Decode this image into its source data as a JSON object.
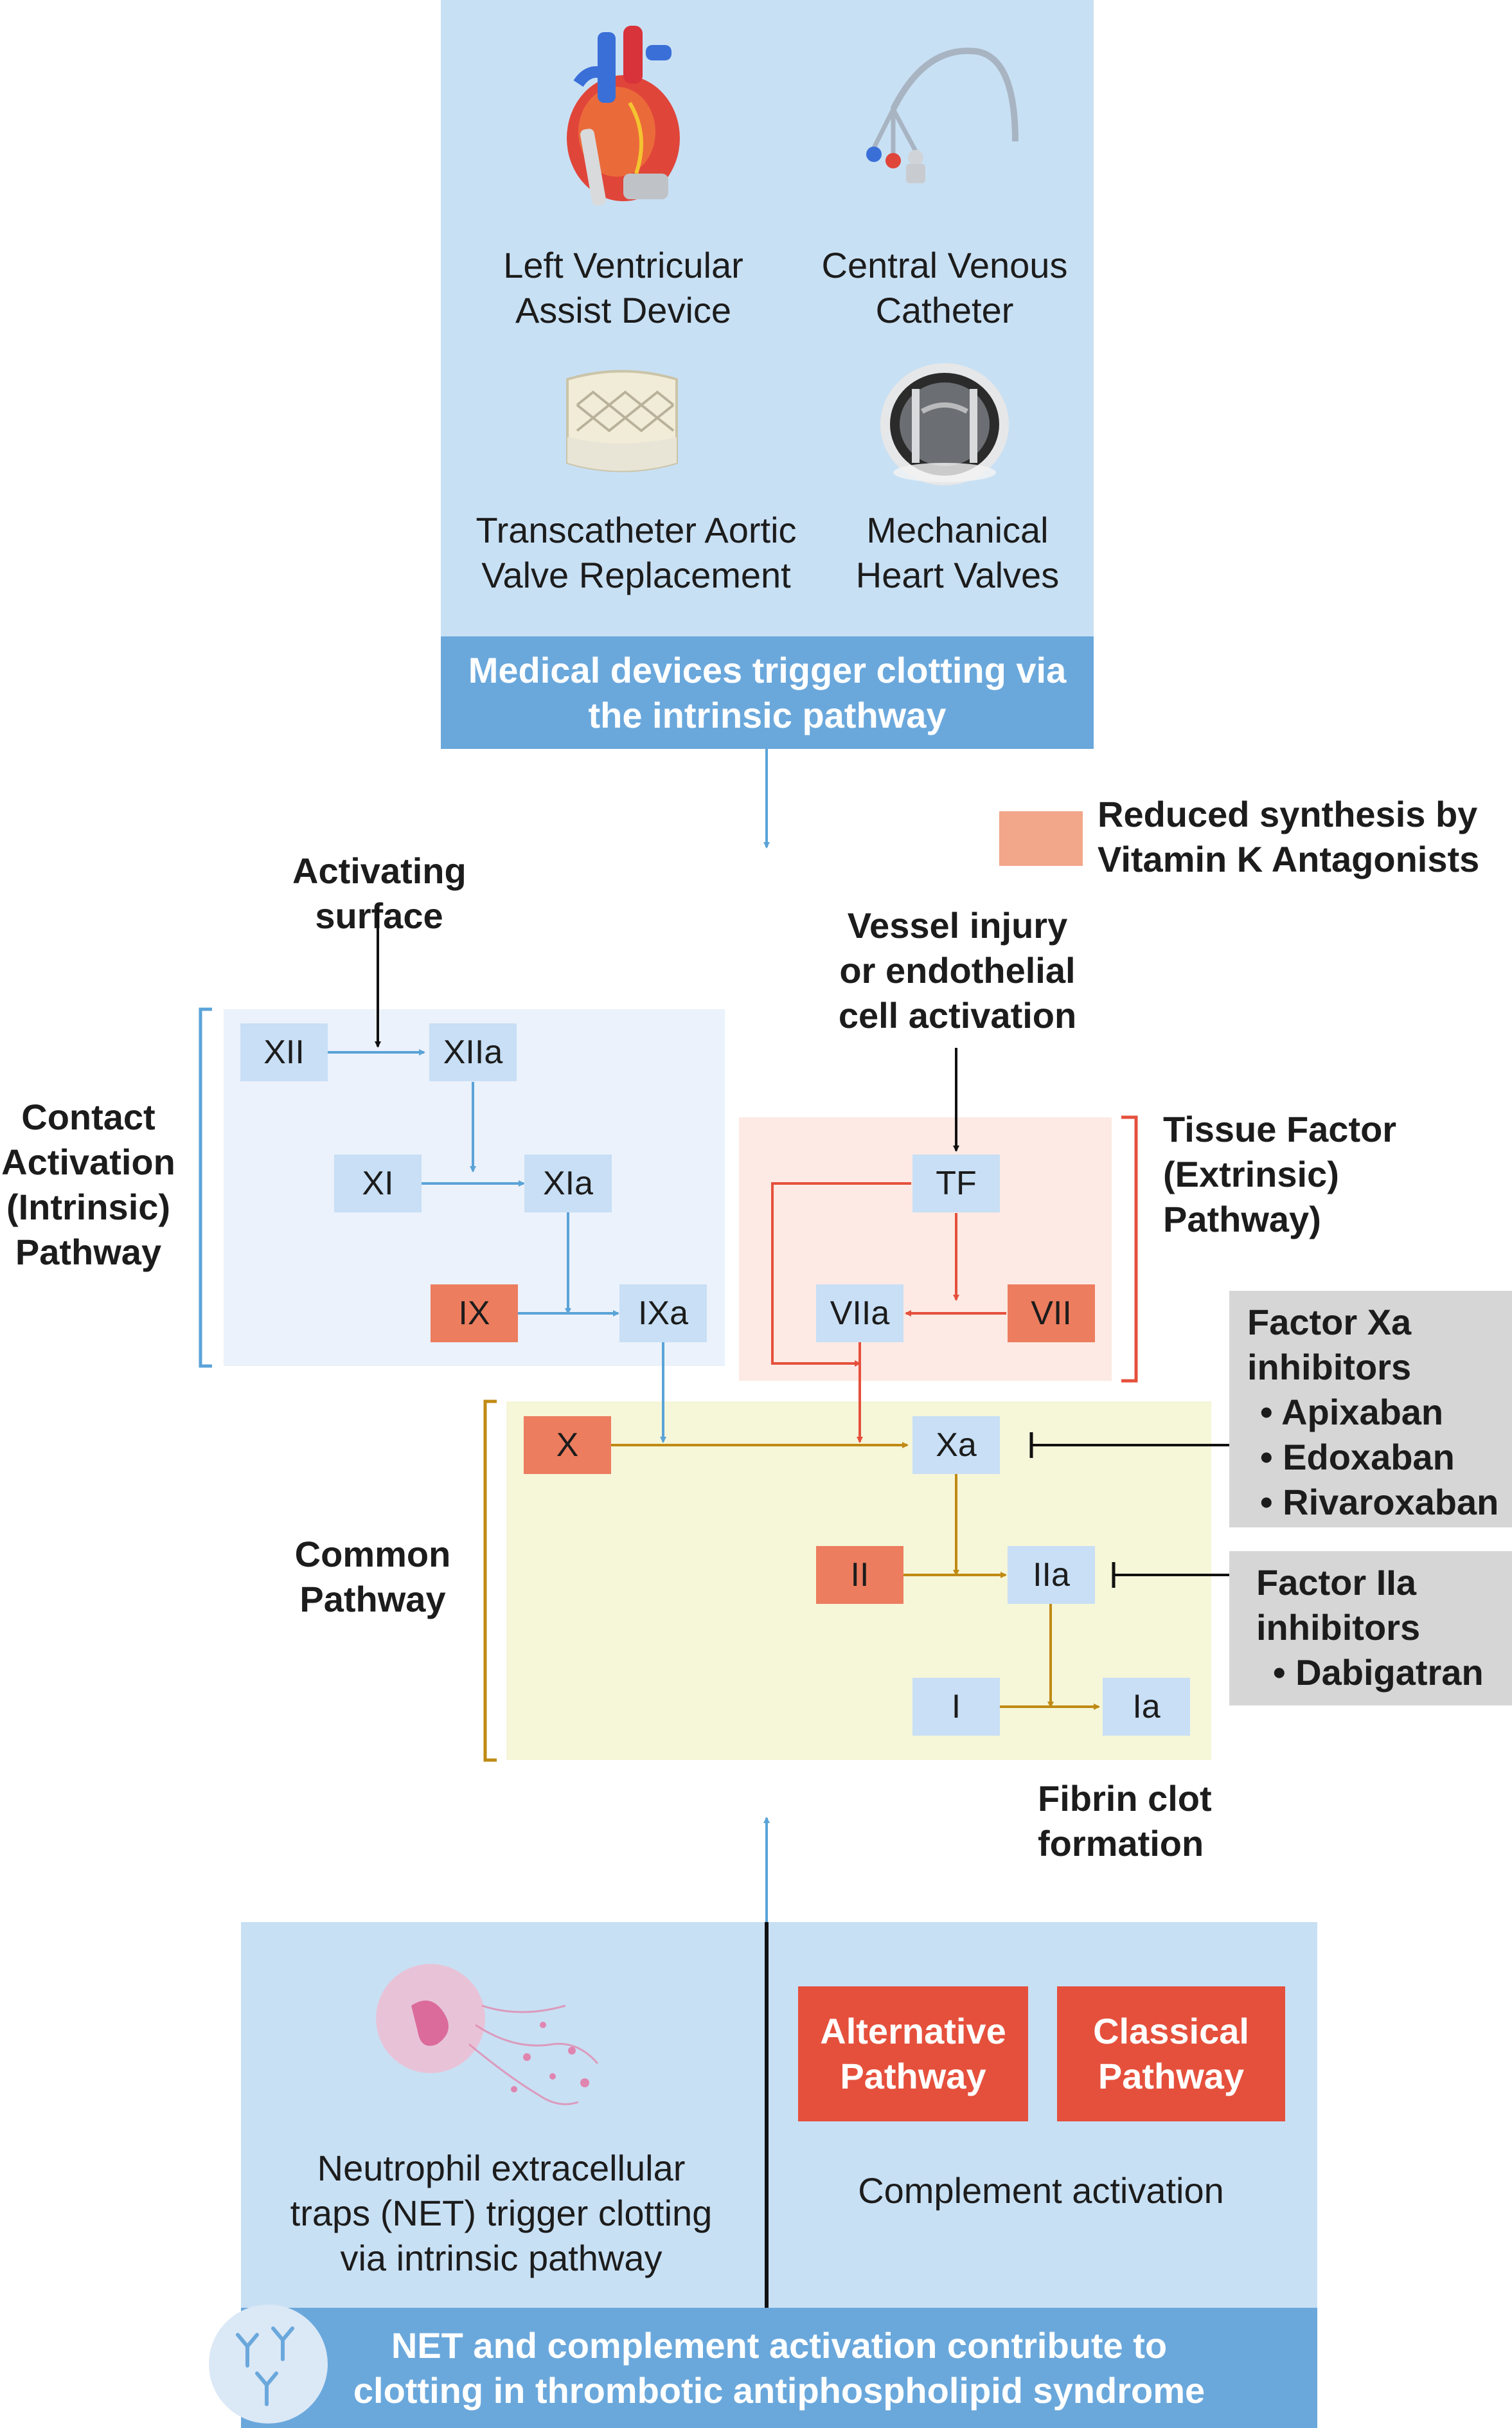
{
  "devices": {
    "lvad": [
      "Left Ventricular",
      "Assist Device"
    ],
    "cvc": [
      "Central Venous",
      "Catheter"
    ],
    "tavr": [
      "Transcatheter Aortic",
      "Valve Replacement"
    ],
    "mhv": [
      "Mechanical",
      "Heart Valves"
    ],
    "banner": [
      "Medical devices trigger clotting via",
      "the intrinsic pathway"
    ]
  },
  "legend": {
    "label": [
      "Reduced synthesis by",
      "Vitamin K Antagonists"
    ]
  },
  "labels": {
    "activating_surface": [
      "Activating",
      "surface"
    ],
    "vessel_injury": [
      "Vessel injury",
      "or endothelial",
      "cell activation"
    ],
    "contact_pathway": [
      "Contact",
      "Activation",
      "(Intrinsic)",
      "Pathway"
    ],
    "tissue_factor_pathway": [
      "Tissue Factor",
      "(Extrinsic)",
      "Pathway)"
    ],
    "common_pathway": [
      "Common",
      "Pathway"
    ],
    "fibrin": [
      "Fibrin clot",
      "formation"
    ]
  },
  "factors": {
    "xii": "XII",
    "xiia": "XIIa",
    "xi": "XI",
    "xia": "XIa",
    "ix": "IX",
    "ixa": "IXa",
    "tf": "TF",
    "viia": "VIIa",
    "vii": "VII",
    "x": "X",
    "xa": "Xa",
    "ii": "II",
    "iia": "IIa",
    "i": "I",
    "ia": "Ia"
  },
  "inhibitors": {
    "xa_title": [
      "Factor Xa",
      "inhibitors"
    ],
    "xa_drugs": [
      "• Apixaban",
      "• Edoxaban",
      "• Rivaroxaban"
    ],
    "iia_title": [
      "Factor IIa",
      "inhibitors"
    ],
    "iia_drugs": [
      "• Dabigatran"
    ]
  },
  "bottom": {
    "net_caption": [
      "Neutrophil extracellular",
      "traps (NET) trigger clotting",
      "via intrinsic pathway"
    ],
    "alternative": [
      "Alternative",
      "Pathway"
    ],
    "classical": [
      "Classical",
      "Pathway"
    ],
    "complement": "Complement activation",
    "banner": [
      "NET and complement activation contribute to",
      "clotting in thrombotic antiphospholipid syndrome"
    ]
  },
  "colors": {
    "intrinsic": "#5aa3d8",
    "extrinsic": "#e5503c",
    "common": "#c08a14",
    "vka": "#ec7d5f",
    "banner": "#6aa8dc"
  },
  "icons": [
    "heart-lvad-icon",
    "catheter-icon",
    "tavr-valve-icon",
    "mechanical-valve-icon",
    "neutrophil-net-icon",
    "antibody-icon"
  ]
}
